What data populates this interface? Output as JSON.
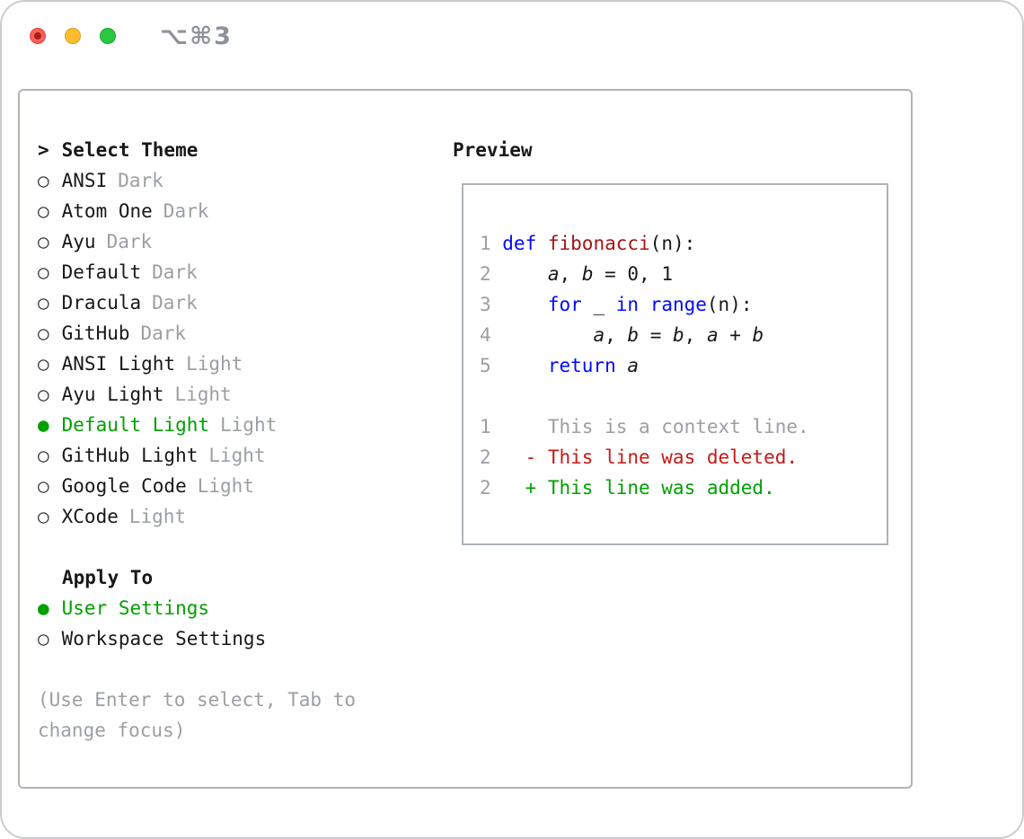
{
  "colors": {
    "accent": "#00a000",
    "keyword": "#0008ff",
    "function": "#a31515",
    "deleted": "#c41a16",
    "added": "#00a000",
    "muted": "#9b9fa3",
    "text": "#17181a",
    "border": "#aeb4ba",
    "window-border": "#c9cdd2",
    "close": "#ff5f57",
    "minimize": "#febc2e",
    "maximize": "#28c840"
  },
  "titlebar": {
    "shortcut": "⌥⌘3"
  },
  "theme_selector": {
    "prompt": ">",
    "title": "Select Theme",
    "items": [
      {
        "name": "ANSI",
        "tag": "Dark",
        "selected": false
      },
      {
        "name": "Atom One",
        "tag": "Dark",
        "selected": false
      },
      {
        "name": "Ayu",
        "tag": "Dark",
        "selected": false
      },
      {
        "name": "Default",
        "tag": "Dark",
        "selected": false
      },
      {
        "name": "Dracula",
        "tag": "Dark",
        "selected": false
      },
      {
        "name": "GitHub",
        "tag": "Dark",
        "selected": false
      },
      {
        "name": "ANSI Light",
        "tag": "Light",
        "selected": false
      },
      {
        "name": "Ayu Light",
        "tag": "Light",
        "selected": false
      },
      {
        "name": "Default Light",
        "tag": "Light",
        "selected": true
      },
      {
        "name": "GitHub Light",
        "tag": "Light",
        "selected": false
      },
      {
        "name": "Google Code",
        "tag": "Light",
        "selected": false
      },
      {
        "name": "XCode",
        "tag": "Light",
        "selected": false
      }
    ]
  },
  "apply_to": {
    "title": "Apply To",
    "options": [
      {
        "label": "User Settings",
        "selected": true
      },
      {
        "label": "Workspace Settings",
        "selected": false
      }
    ]
  },
  "hint": "(Use Enter to select, Tab to change focus)",
  "preview": {
    "title": "Preview",
    "lines": [
      {
        "num": "1",
        "tokens": [
          {
            "t": "def",
            "c": "kw"
          },
          {
            "t": " ",
            "c": "plain"
          },
          {
            "t": "fibonacci",
            "c": "fn"
          },
          {
            "t": "(n):",
            "c": "plain"
          }
        ]
      },
      {
        "num": "2",
        "tokens": [
          {
            "t": "    ",
            "c": "plain"
          },
          {
            "t": "a",
            "c": "var"
          },
          {
            "t": ", ",
            "c": "plain"
          },
          {
            "t": "b",
            "c": "var"
          },
          {
            "t": " = 0, 1",
            "c": "plain"
          }
        ]
      },
      {
        "num": "3",
        "tokens": [
          {
            "t": "    ",
            "c": "plain"
          },
          {
            "t": "for",
            "c": "kw"
          },
          {
            "t": " _ ",
            "c": "plain"
          },
          {
            "t": "in",
            "c": "kw"
          },
          {
            "t": " ",
            "c": "plain"
          },
          {
            "t": "range",
            "c": "kw"
          },
          {
            "t": "(n):",
            "c": "plain"
          }
        ]
      },
      {
        "num": "4",
        "tokens": [
          {
            "t": "        ",
            "c": "plain"
          },
          {
            "t": "a",
            "c": "var"
          },
          {
            "t": ", ",
            "c": "plain"
          },
          {
            "t": "b",
            "c": "var"
          },
          {
            "t": " = ",
            "c": "plain"
          },
          {
            "t": "b",
            "c": "var"
          },
          {
            "t": ", ",
            "c": "plain"
          },
          {
            "t": "a",
            "c": "var"
          },
          {
            "t": " + ",
            "c": "plain"
          },
          {
            "t": "b",
            "c": "var"
          }
        ]
      },
      {
        "num": "5",
        "tokens": [
          {
            "t": "    ",
            "c": "plain"
          },
          {
            "t": "return",
            "c": "kw"
          },
          {
            "t": " ",
            "c": "plain"
          },
          {
            "t": "a",
            "c": "var"
          }
        ]
      },
      {
        "num": "",
        "tokens": []
      },
      {
        "num": "1",
        "tokens": [
          {
            "t": "    This is a context line.",
            "c": "ctx"
          }
        ]
      },
      {
        "num": "2",
        "tokens": [
          {
            "t": "  - This line was deleted.",
            "c": "del"
          }
        ]
      },
      {
        "num": "2",
        "tokens": [
          {
            "t": "  + This line was added.",
            "c": "add"
          }
        ]
      }
    ]
  }
}
